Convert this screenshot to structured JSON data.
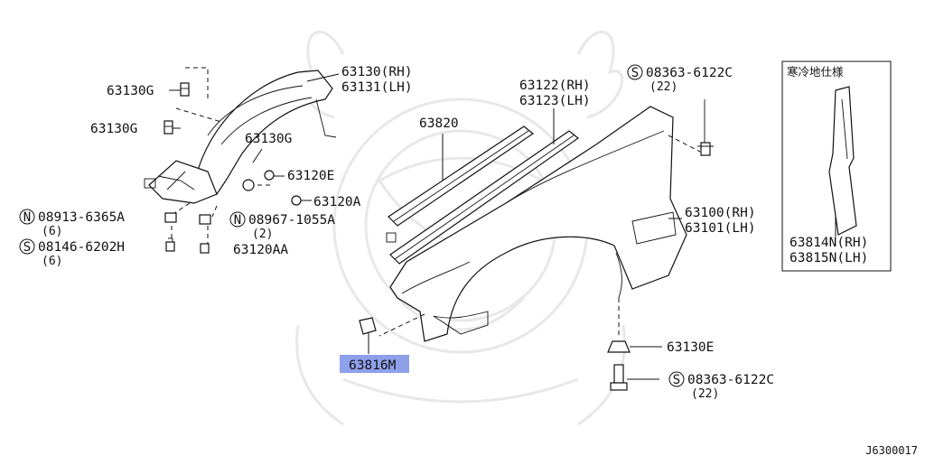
{
  "diagram": {
    "labels": {
      "liner_rh": "63130(RH)",
      "liner_lh": "63131(LH)",
      "clip_g_top": "63130G",
      "clip_g_mid": "63130G",
      "clip_g_inner": "63130G",
      "grommet_e": "63120E",
      "grommet_a": "63120A",
      "nut_n1": "08913-6365A",
      "nut_n1_qty": "(6)",
      "nut_n2": "08967-1055A",
      "nut_n2_qty": "(2)",
      "screw_s1": "08146-6202H",
      "screw_s1_qty": "(6)",
      "grommet_aa": "63120AA",
      "seal": "63820",
      "strip_rh": "63122(RH)",
      "strip_lh": "63123(LH)",
      "bolt_top": "08363-6122C",
      "bolt_top_qty": "(22)",
      "fender_rh": "63100(RH)",
      "fender_lh": "63101(LH)",
      "clip_e": "63130E",
      "bolt_bottom": "08363-6122C",
      "bolt_bottom_qty": "(22)",
      "pad_highlighted": "63816M",
      "cold_spec_title": "寒冷地仕様",
      "cold_rh": "63814N(RH)",
      "cold_lh": "63815N(LH)",
      "diagram_ref": "J6300017"
    },
    "prefix": {
      "n": "N",
      "s": "S"
    },
    "highlight_color": "#7b8fe8"
  }
}
